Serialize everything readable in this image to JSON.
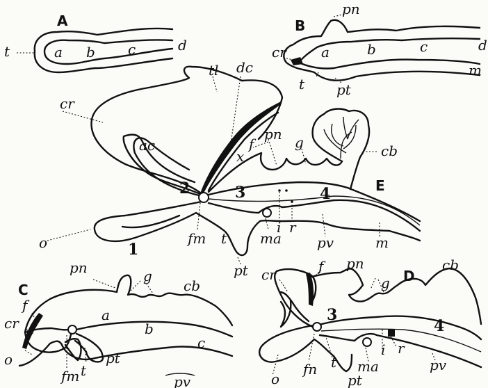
{
  "figures": {
    "A": {
      "title": "A",
      "labels": {
        "t": "t",
        "a": "a",
        "b": "b",
        "c": "c",
        "d": "d"
      }
    },
    "B": {
      "title": "B",
      "labels": {
        "pn": "pn",
        "cr": "cr",
        "a": "a",
        "b": "b",
        "c": "c",
        "d": "d",
        "m": "m",
        "t": "t",
        "pt": "pt"
      }
    },
    "E": {
      "title": "E",
      "labels": {
        "tl": "tl",
        "dc": "dc",
        "cr": "cr",
        "ac": "ac",
        "f": "f",
        "pn": "pn",
        "x": "x",
        "g": "g",
        "cb": "cb",
        "n2": "2",
        "n3": "3",
        "n4": "4",
        "o": "o",
        "n1": "1",
        "fm": "fm",
        "t": "t",
        "pt": "pt",
        "ma": "ma",
        "i": "i",
        "r": "r",
        "pv": "pv",
        "m": "m"
      }
    },
    "C": {
      "title": "C",
      "labels": {
        "pn": "pn",
        "g": "g",
        "cb": "cb",
        "f": "f",
        "cr": "cr",
        "a": "a",
        "b": "b",
        "c": "c",
        "o": "o",
        "fm": "fm",
        "t": "t",
        "pt": "pt",
        "pv": "pv"
      }
    },
    "D": {
      "title": "D",
      "labels": {
        "cr": "cr",
        "f": "f",
        "pn": "pn",
        "g": "g",
        "cb": "cb",
        "n3": "3",
        "n4": "4",
        "o": "o",
        "fn": "fn",
        "t": "t",
        "pt": "pt",
        "ma": "ma",
        "i": "i",
        "r": "r",
        "pv": "pv"
      }
    }
  }
}
